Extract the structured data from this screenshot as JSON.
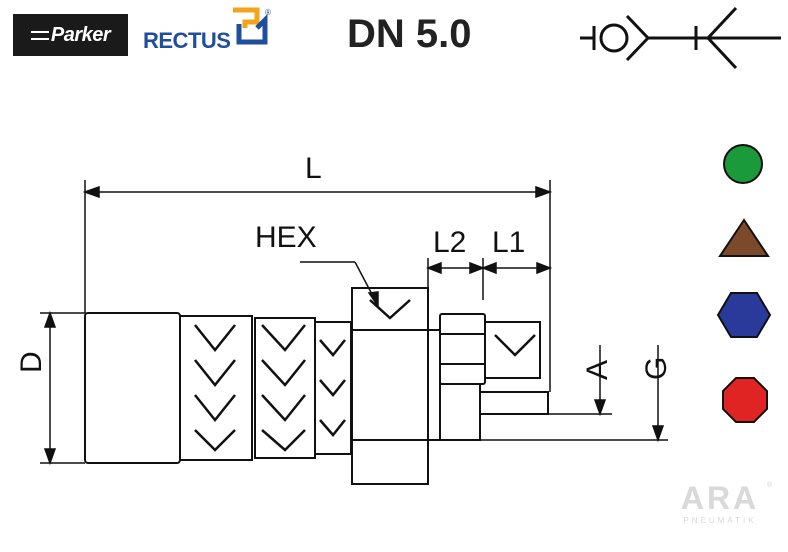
{
  "header": {
    "brand": "Parker",
    "partner_brand": "RECTUS",
    "trademark": "®",
    "title": "DN 5.0",
    "symbol_icon": "check-valve-coupling-symbol"
  },
  "drawing": {
    "dimensions": {
      "L": "L",
      "L1": "L1",
      "L2": "L2",
      "HEX": "HEX",
      "D": "D",
      "A": "A",
      "G": "G"
    }
  },
  "markers": [
    {
      "shape": "circle",
      "color": "#1a9a3a",
      "icon": "green-circle-icon"
    },
    {
      "shape": "triangle",
      "color": "#7a4a2a",
      "icon": "brown-triangle-icon"
    },
    {
      "shape": "hexagon",
      "color": "#2a3a9a",
      "icon": "blue-hexagon-icon"
    },
    {
      "shape": "octagon",
      "color": "#e02424",
      "icon": "red-octagon-icon"
    }
  ],
  "watermark": {
    "word": "ARA",
    "sub": "PNEUMATIK",
    "reg": "®"
  }
}
